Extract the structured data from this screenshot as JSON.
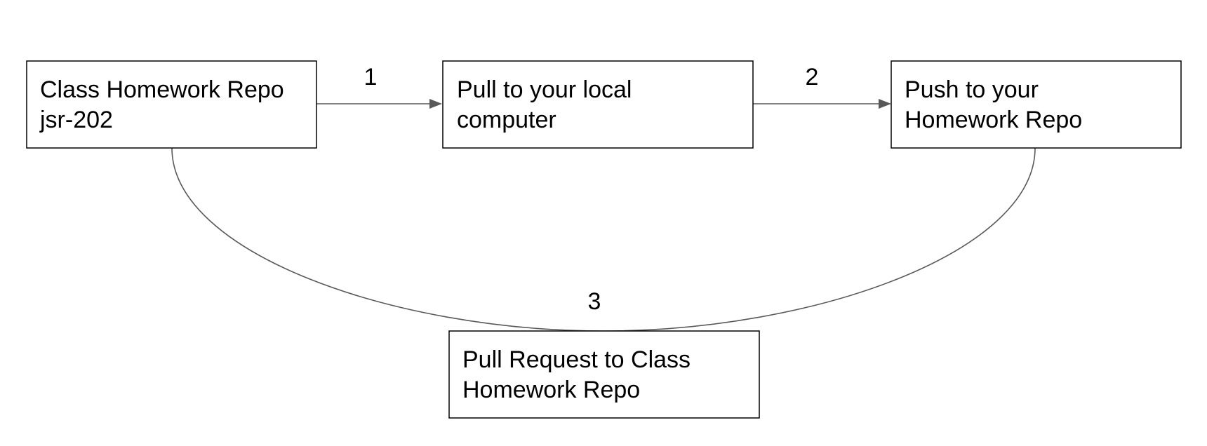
{
  "diagram": {
    "nodes": {
      "class_repo": {
        "line1": "Class Homework Repo",
        "line2": "jsr-202"
      },
      "local": {
        "line1": "Pull to your local",
        "line2": "computer"
      },
      "push": {
        "line1": "Push to your",
        "line2": "Homework Repo"
      },
      "pull_request": {
        "line1": "Pull Request to Class",
        "line2": "Homework Repo"
      }
    },
    "edges": {
      "step1": {
        "label": "1"
      },
      "step2": {
        "label": "2"
      },
      "step3": {
        "label": "3"
      }
    }
  }
}
